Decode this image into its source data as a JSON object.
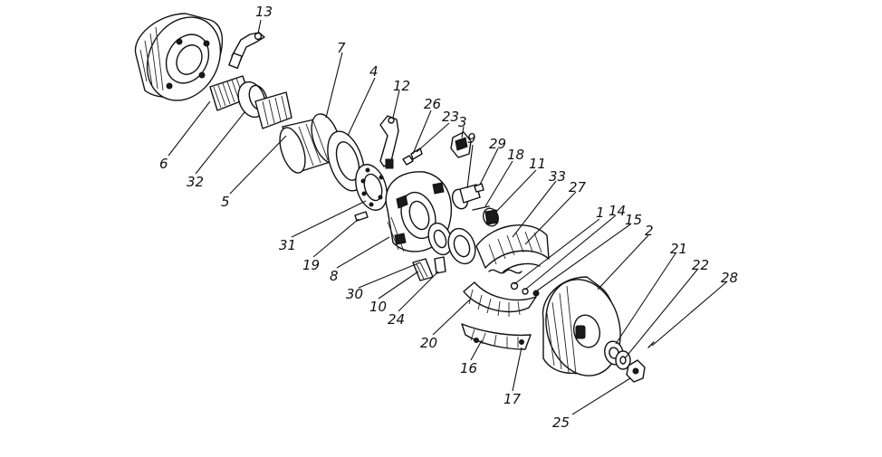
{
  "diagram": {
    "callouts": [
      {
        "id": "13",
        "label": "13"
      },
      {
        "id": "7",
        "label": "7"
      },
      {
        "id": "4",
        "label": "4"
      },
      {
        "id": "12",
        "label": "12"
      },
      {
        "id": "26",
        "label": "26"
      },
      {
        "id": "23",
        "label": "23"
      },
      {
        "id": "3",
        "label": "3"
      },
      {
        "id": "9",
        "label": "9"
      },
      {
        "id": "29",
        "label": "29"
      },
      {
        "id": "18",
        "label": "18"
      },
      {
        "id": "11",
        "label": "11"
      },
      {
        "id": "33",
        "label": "33"
      },
      {
        "id": "27",
        "label": "27"
      },
      {
        "id": "1",
        "label": "1"
      },
      {
        "id": "14",
        "label": "14"
      },
      {
        "id": "15",
        "label": "15"
      },
      {
        "id": "2",
        "label": "2"
      },
      {
        "id": "21",
        "label": "21"
      },
      {
        "id": "22",
        "label": "22"
      },
      {
        "id": "28",
        "label": "28"
      },
      {
        "id": "6",
        "label": "6"
      },
      {
        "id": "32",
        "label": "32"
      },
      {
        "id": "5",
        "label": "5"
      },
      {
        "id": "31",
        "label": "31"
      },
      {
        "id": "19",
        "label": "19"
      },
      {
        "id": "8",
        "label": "8"
      },
      {
        "id": "30",
        "label": "30"
      },
      {
        "id": "10",
        "label": "10"
      },
      {
        "id": "24",
        "label": "24"
      },
      {
        "id": "20",
        "label": "20"
      },
      {
        "id": "16",
        "label": "16"
      },
      {
        "id": "17",
        "label": "17"
      },
      {
        "id": "25",
        "label": "25"
      }
    ]
  }
}
